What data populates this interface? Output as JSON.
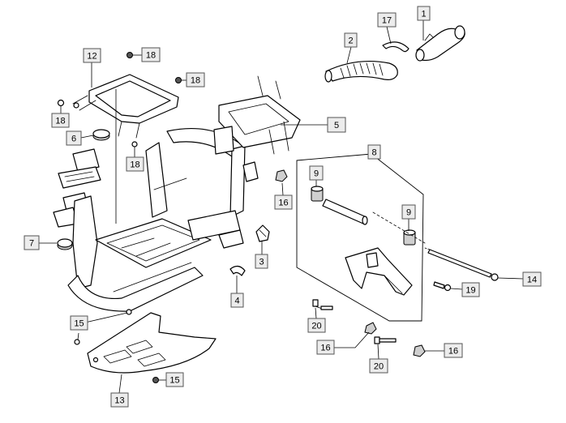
{
  "callouts": [
    {
      "id": "c1",
      "label": "1"
    },
    {
      "id": "c2",
      "label": "2"
    },
    {
      "id": "c3",
      "label": "3"
    },
    {
      "id": "c4",
      "label": "4"
    },
    {
      "id": "c5",
      "label": "5"
    },
    {
      "id": "c6",
      "label": "6"
    },
    {
      "id": "c7",
      "label": "7"
    },
    {
      "id": "c8",
      "label": "8"
    },
    {
      "id": "c9a",
      "label": "9"
    },
    {
      "id": "c9b",
      "label": "9"
    },
    {
      "id": "c12",
      "label": "12"
    },
    {
      "id": "c13",
      "label": "13"
    },
    {
      "id": "c14",
      "label": "14"
    },
    {
      "id": "c15a",
      "label": "15"
    },
    {
      "id": "c15b",
      "label": "15"
    },
    {
      "id": "c16a",
      "label": "16"
    },
    {
      "id": "c16b",
      "label": "16"
    },
    {
      "id": "c16c",
      "label": "16"
    },
    {
      "id": "c17",
      "label": "17"
    },
    {
      "id": "c18a",
      "label": "18"
    },
    {
      "id": "c18b",
      "label": "18"
    },
    {
      "id": "c18c",
      "label": "18"
    },
    {
      "id": "c18d",
      "label": "18"
    },
    {
      "id": "c19",
      "label": "19"
    },
    {
      "id": "c20a",
      "label": "20"
    },
    {
      "id": "c20b",
      "label": "20"
    }
  ]
}
